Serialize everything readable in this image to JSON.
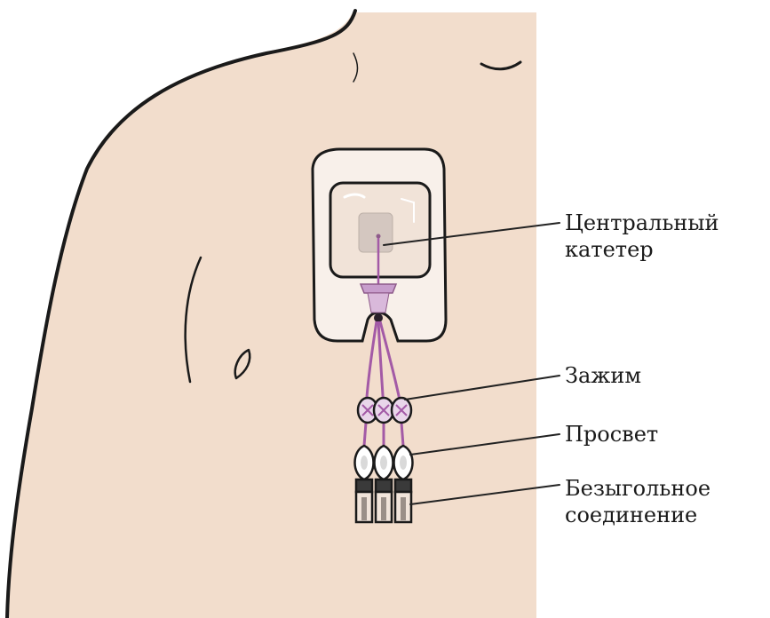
{
  "labels": {
    "catheter": {
      "line1": "Центральный",
      "line2": "катетер"
    },
    "clamp": "Зажим",
    "lumen": "Просвет",
    "connector": {
      "line1": "Безыгольное",
      "line2": "соединение"
    }
  },
  "colors": {
    "skin": "#f2ddcc",
    "outline": "#1a1a1a",
    "dressing": "#f8f0ea",
    "tubing": "#a35aa6",
    "leader": "#222222"
  }
}
